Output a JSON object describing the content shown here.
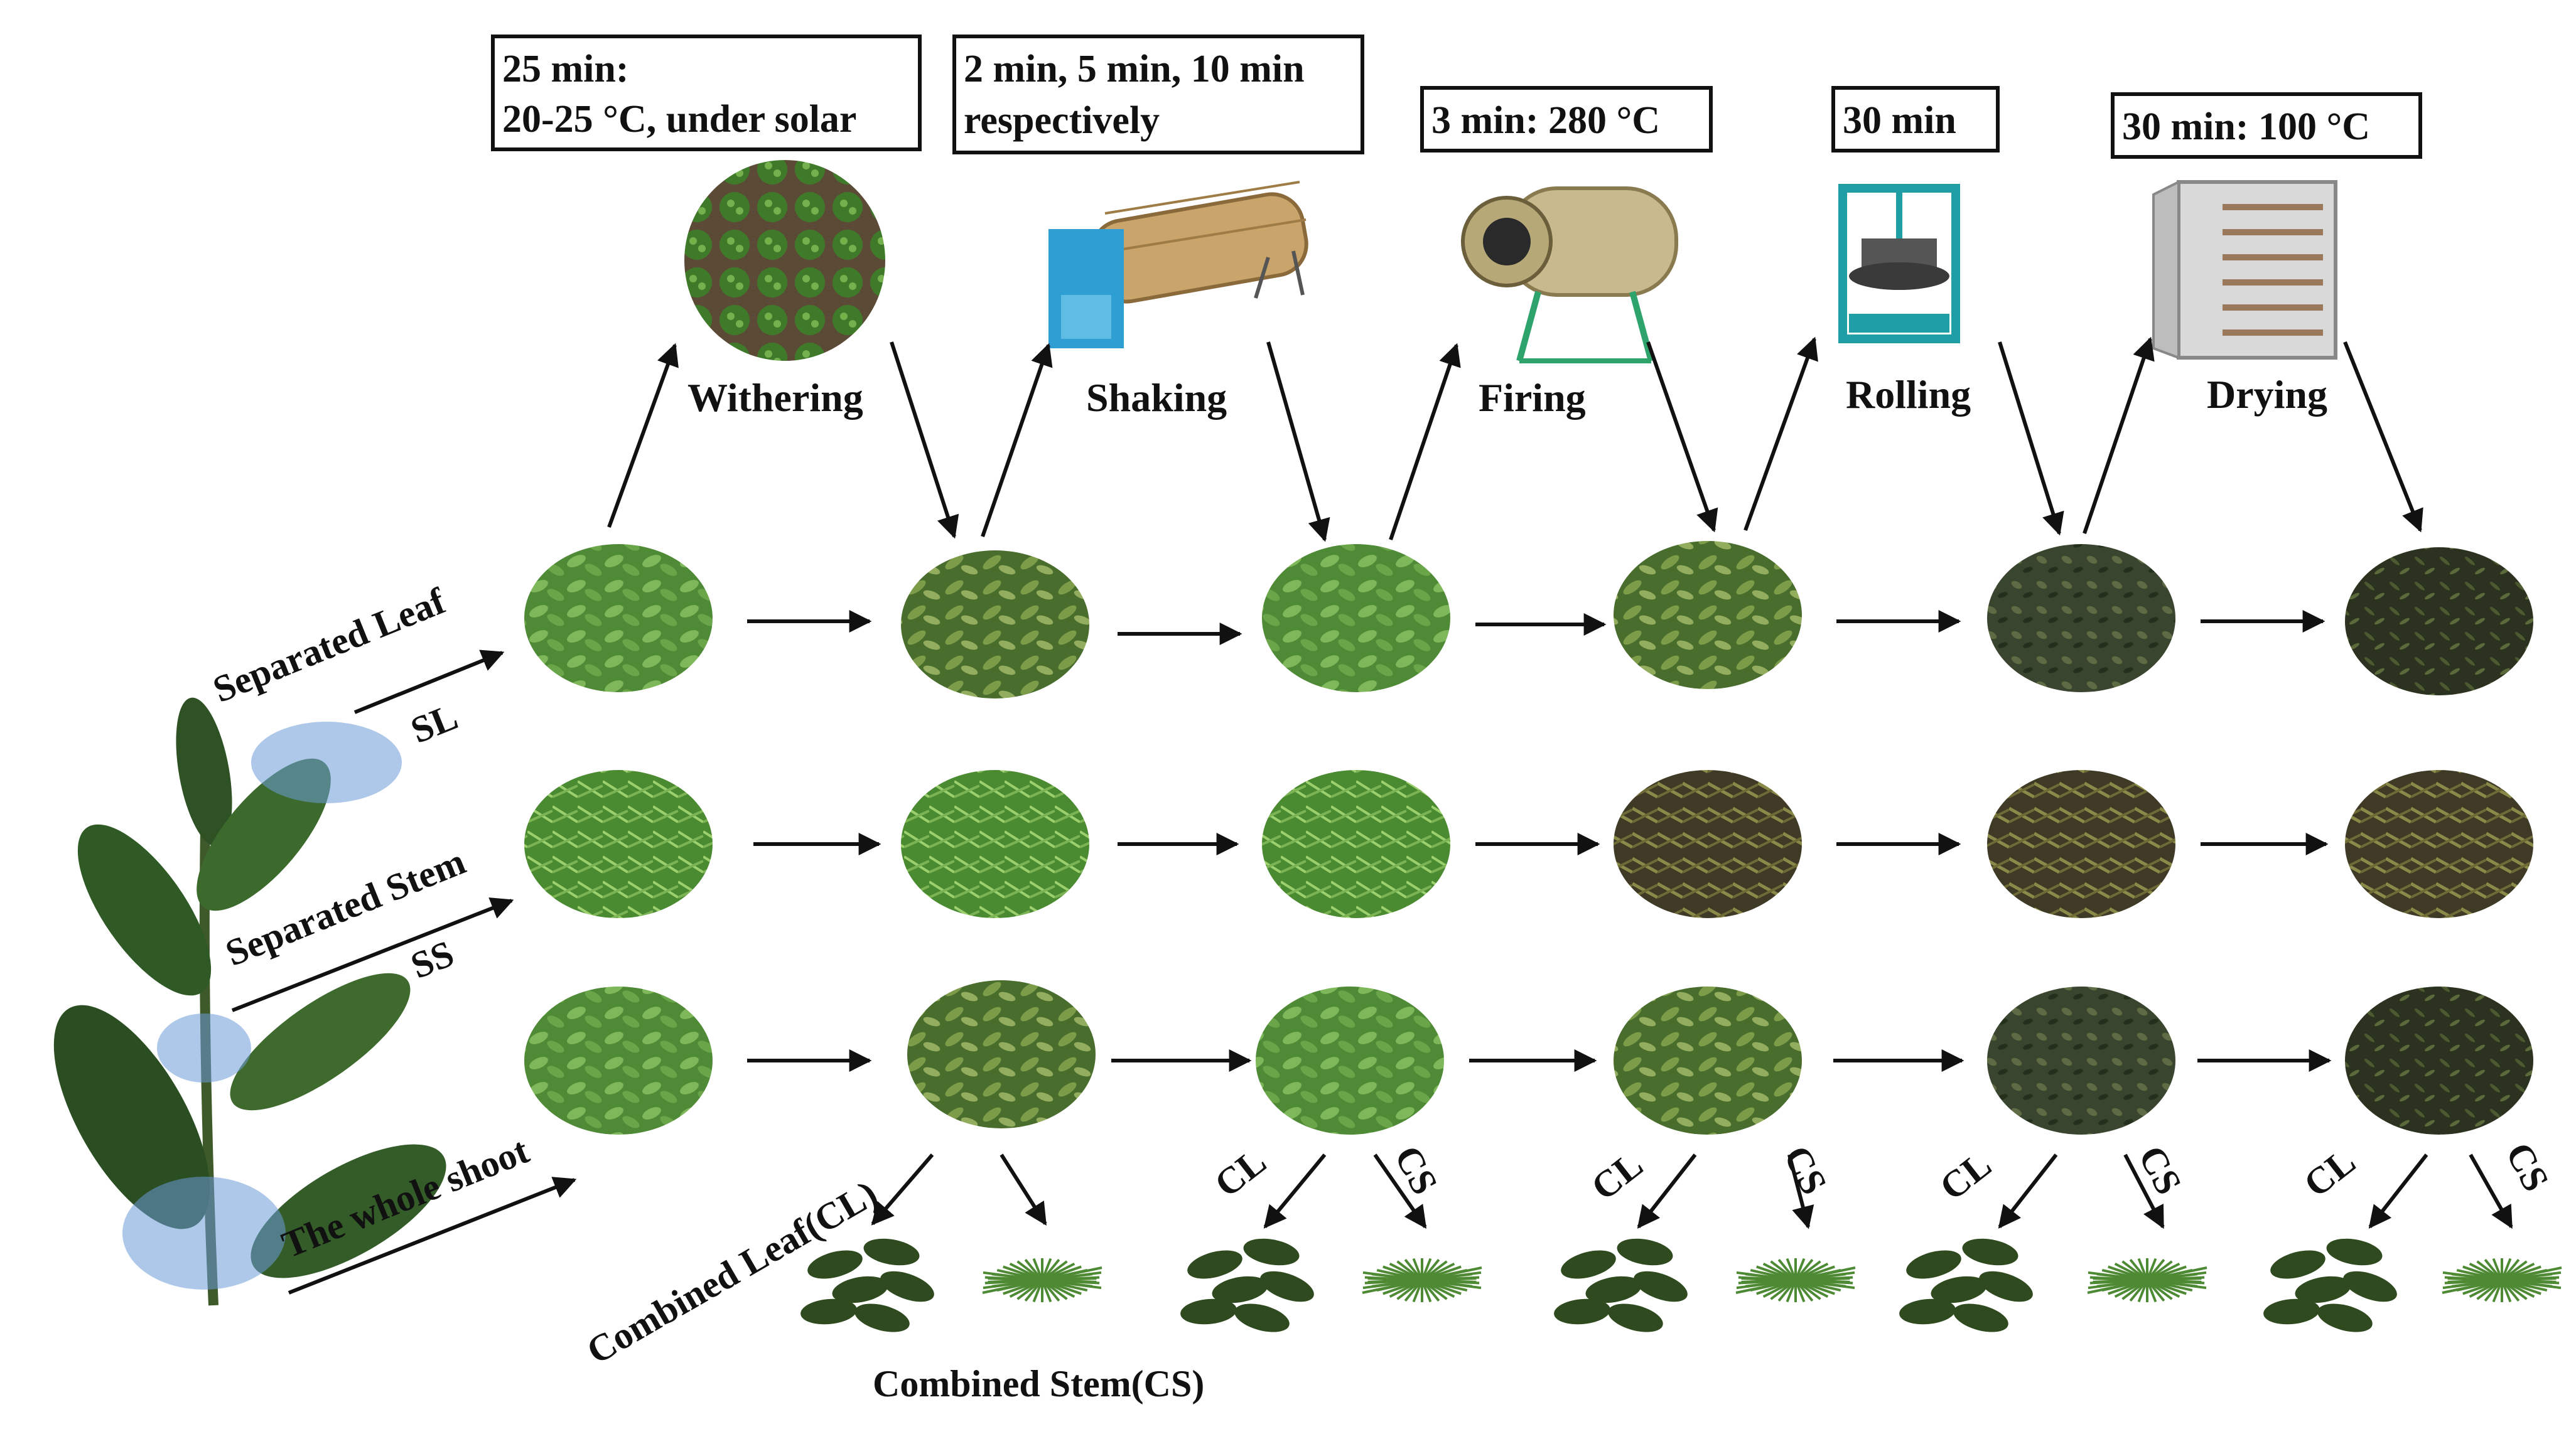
{
  "conditions": [
    {
      "line1": "25 min:",
      "line2": "20-25 °C, under solar"
    },
    {
      "line1": "2 min, 5 min, 10 min",
      "line2": "respectively"
    },
    {
      "line1": "3 min: 280 °C",
      "line2": ""
    },
    {
      "line1": "30 min",
      "line2": ""
    },
    {
      "line1": "30 min: 100 °C",
      "line2": ""
    }
  ],
  "stages": [
    "Withering",
    "Shaking",
    "Firing",
    "Rolling",
    "Drying"
  ],
  "rows": {
    "separated_leaf": "Separated Leaf",
    "sl": "SL",
    "separated_stem": "Separated Stem",
    "ss": "SS",
    "whole_shoot": "The whole shoot"
  },
  "split_labels": {
    "combined_leaf": "Combined Leaf(CL)",
    "combined_stem": "Combined Stem(CS)",
    "cl": "CL",
    "cs": "CS"
  },
  "colors": {
    "leaf_fresh": "#5f9a43",
    "leaf_dark": "#2f4a1e",
    "stem_green": "#4e8a33",
    "tea_dark": "#2a3322",
    "highlight": "#6b9bd8"
  }
}
